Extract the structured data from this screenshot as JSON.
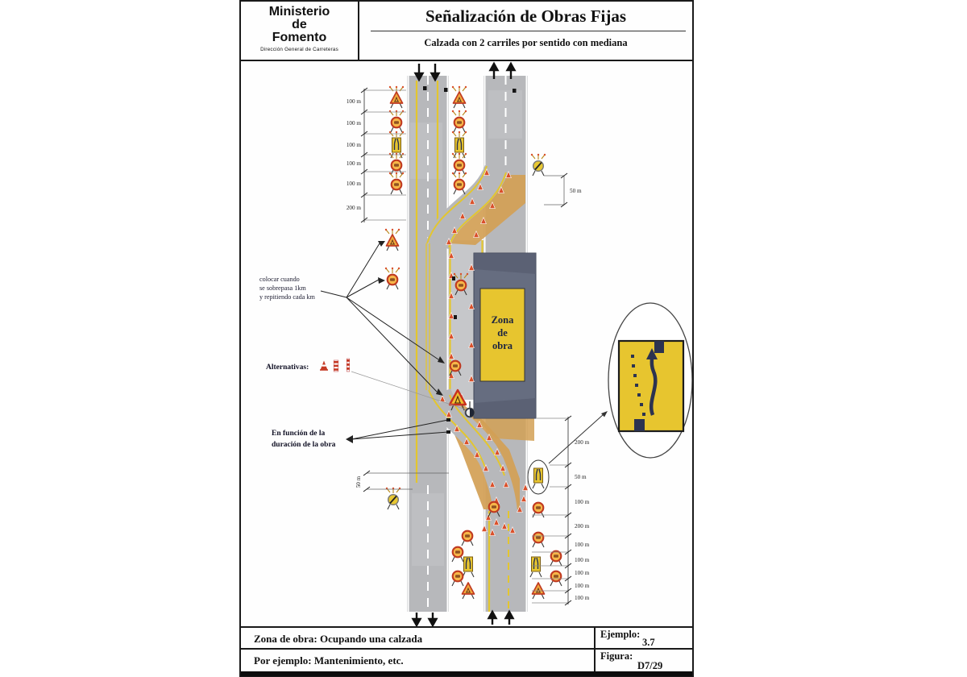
{
  "header": {
    "ministry": [
      "Ministerio",
      "de",
      "Fomento"
    ],
    "ministry_sub": "Dirección General de Carreteras",
    "title": "Señalización de Obras Fijas",
    "subtitle": "Calzada con 2 carriles por sentido con mediana"
  },
  "diagram": {
    "work_zone": [
      "Zona",
      "de",
      "obra"
    ],
    "notes": {
      "repeat": [
        "colocar cuando",
        "se sobrepasa 1km",
        "y repitiendo cada km"
      ],
      "alternatives": "Alternativas:",
      "duration": [
        "En función de la",
        "duración de la obra"
      ]
    },
    "left_distances": [
      "100 m",
      "100 m",
      "100 m",
      "100 m",
      "100 m",
      "200 m"
    ],
    "right_distances": [
      "200 m",
      "50 m",
      "100 m",
      "200 m",
      "100 m",
      "100 m",
      "100 m",
      "100 m",
      "100 m"
    ],
    "right_top_distance": "50 m",
    "left_bottom_distance": "50 m"
  },
  "footer": {
    "zone": "Zona de obra: Ocupando una calzada",
    "example_label": "Ejemplo:",
    "example_value": "3.7",
    "for_example": "Por ejemplo: Mantenimiento, etc.",
    "figure_label": "Figura:",
    "figure_value": "D7/29"
  },
  "colors": {
    "road": "#b7b8bb",
    "median_strip": "#c6c7ca",
    "temporary_marking_yellow": "#e3c62f",
    "work_buffer_tan": "#d2a055",
    "work_zone_panel": "#666d80",
    "work_zone_sign_yellow": "#e7c52f",
    "cone_orange": "#d9502b",
    "sign_border_red": "#c03a20",
    "detail_navy": "#2c3350"
  }
}
